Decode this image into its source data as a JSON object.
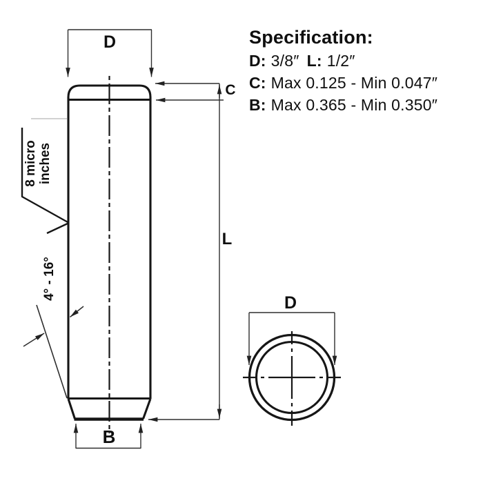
{
  "colors": {
    "line": "#161616",
    "dimension_line": "#2e2e2e",
    "text": "#0f0f0f",
    "background": "#ffffff"
  },
  "specification": {
    "heading": "Specification:",
    "d_label": "D:",
    "d_value": "3/8″",
    "l_label": "L:",
    "l_value": "1/2″",
    "c_label": "C:",
    "c_value": "Max 0.125 - Min 0.047″",
    "b_label": "B:",
    "b_value": "Max 0.365 - Min 0.350″"
  },
  "side_view": {
    "top_diameter_label": "D",
    "chamfer_label": "C",
    "length_label": "L",
    "bottom_diameter_label": "B",
    "surface_finish_line1": "8 micro",
    "surface_finish_line2": "inches",
    "taper_angle_label": "4° - 16°"
  },
  "end_view": {
    "diameter_label": "D"
  }
}
